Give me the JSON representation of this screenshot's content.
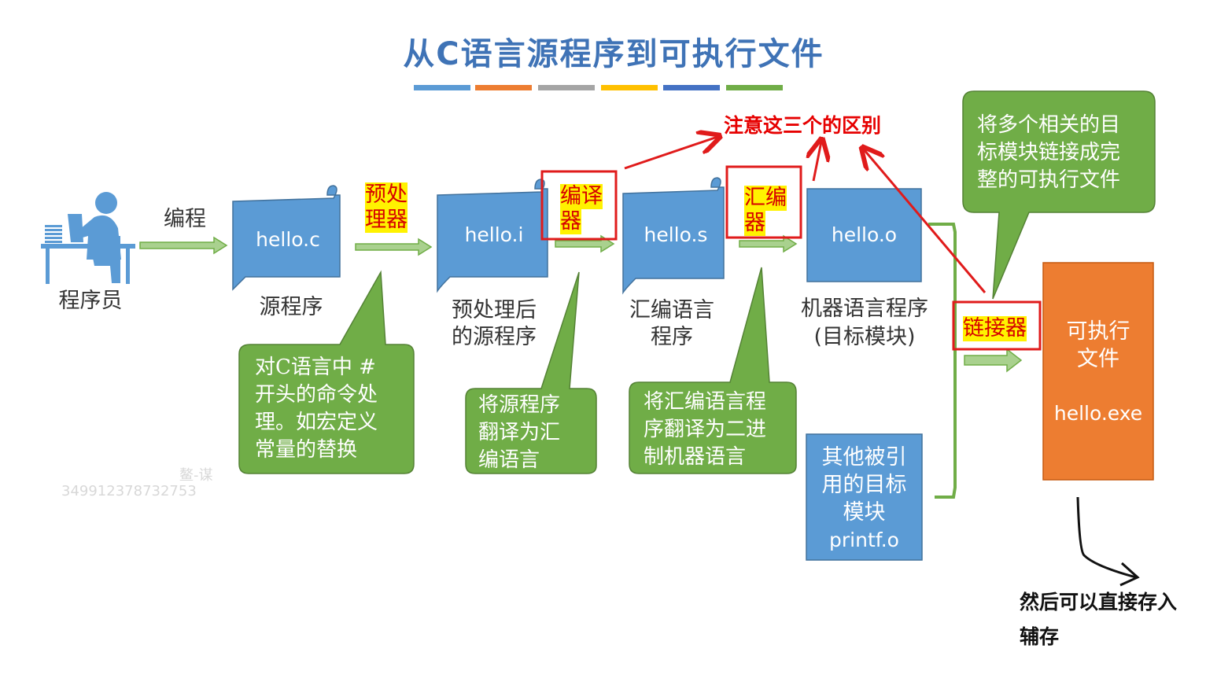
{
  "title": "从C语言源程序到可执行文件",
  "colors": [
    "#5b9bd5",
    "#ed7d31",
    "#a5a5a5",
    "#ffc000",
    "#4472c4",
    "#70ad47"
  ],
  "programmer": {
    "caption": "程序员",
    "arrow_label": "编程"
  },
  "scrolls": [
    {
      "text": "hello.c",
      "caption1": "源程序",
      "caption2": ""
    },
    {
      "text": "hello.i",
      "caption1": "预处理后",
      "caption2": "的源程序"
    },
    {
      "text": "hello.s",
      "caption1": "汇编语言",
      "caption2": "程序"
    }
  ],
  "object_module": {
    "text": "hello.o",
    "caption1": "机器语言程序",
    "caption2": "(目标模块)"
  },
  "tools": {
    "preprocessor": [
      "预处",
      "理器"
    ],
    "compiler": [
      "编译",
      "器"
    ],
    "assembler": [
      "汇编",
      "器"
    ],
    "linker": "链接器"
  },
  "bubbles": {
    "preprocess": [
      "对C语言中 #",
      "开头的命令处",
      "理。如宏定义",
      "常量的替换"
    ],
    "compile": [
      "将源程序",
      "翻译为汇",
      "编语言"
    ],
    "assemble": [
      "将汇编语言程",
      "序翻译为二进",
      "制机器语言"
    ],
    "link": [
      "将多个相关的目",
      "标模块链接成完",
      "整的可执行文件"
    ]
  },
  "other_modules": [
    "其他被引",
    "用的目标",
    "模块",
    "printf.o"
  ],
  "executable": {
    "line1": "可执行",
    "line2": "文件",
    "name": "hello.exe"
  },
  "notes": {
    "difference": "注意这三个的区别",
    "store_line1": "然后可以直接存入",
    "store_line2": "辅存"
  },
  "watermark": {
    "line1": "鳌-谋",
    "line2": "349912378732753"
  }
}
